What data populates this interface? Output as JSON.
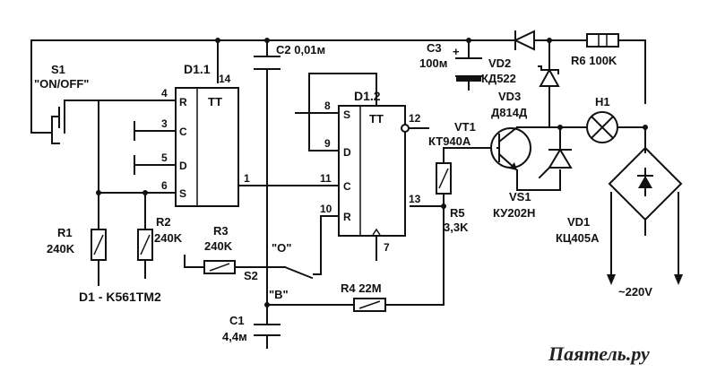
{
  "labels": {
    "s1": "S1",
    "s1_mode": "\"ON/OFF\"",
    "d11": "D1.1",
    "d12": "D1.2",
    "tt": "TT",
    "pin_r": "R",
    "pin_c": "C",
    "pin_d": "D",
    "pin_s": "S",
    "p4": "4",
    "p14": "14",
    "p3": "3",
    "p5": "5",
    "p6": "6",
    "p1": "1",
    "p8": "8",
    "p9": "9",
    "p11": "11",
    "p10": "10",
    "p12": "12",
    "p13": "13",
    "p7": "7",
    "c2": "C2 0,01м",
    "c3": "C3",
    "c3_val": "100м",
    "plus": "+",
    "vd2": "VD2",
    "vd2_type": "КД522",
    "vd3": "VD3",
    "vd3_type": "Д814Д",
    "r6": "R6 100K",
    "h1": "H1",
    "vt1": "VT1",
    "vt1_type": "КТ940А",
    "vs1": "VS1",
    "vs1_type": "КУ202Н",
    "vd1": "VD1",
    "vd1_type": "КЦ405А",
    "r5": "R5",
    "r5_val": "3,3K",
    "r1": "R1",
    "r1_val": "240K",
    "r2": "R2",
    "r2_val": "240K",
    "r3": "R3",
    "r3_val": "240K",
    "s2": "S2",
    "pos_o": "\"O\"",
    "pos_b": "\"B\"",
    "r4": "R4 22M",
    "c1": "C1",
    "c1_val": "4,4м",
    "d1_note": "D1 - K561TM2",
    "mains": "~220V",
    "watermark": "Паятель.ру"
  }
}
